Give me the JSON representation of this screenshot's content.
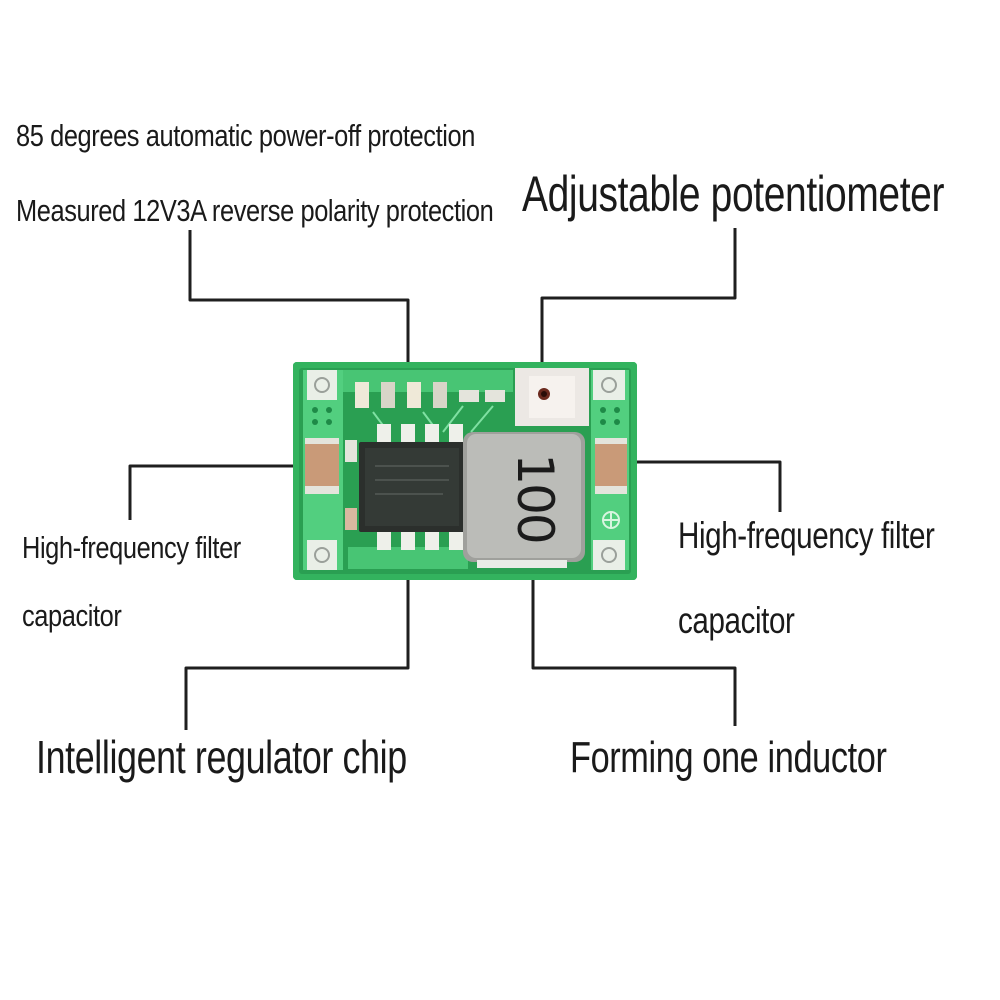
{
  "labels": {
    "protection_line1": "85 degrees automatic power-off protection",
    "protection_line2": "Measured 12V3A reverse polarity protection",
    "potentiometer": "Adjustable potentiometer",
    "left_capacitor_line1": "High-frequency filter",
    "left_capacitor_line2": "capacitor",
    "right_capacitor_line1": "High-frequency filter",
    "right_capacitor_line2": "capacitor",
    "regulator_chip": "Intelligent regulator chip",
    "inductor": "Forming one inductor"
  },
  "board": {
    "inductor_marking": "100",
    "colors": {
      "pcb_green": "#2fae5a",
      "pcb_light_green": "#5fd98a",
      "inductor_gray": "#b9bab6",
      "chip_black": "#2b2f2c",
      "capacitor_tan": "#c99a78",
      "connector_line": "#1a1a1a"
    }
  }
}
